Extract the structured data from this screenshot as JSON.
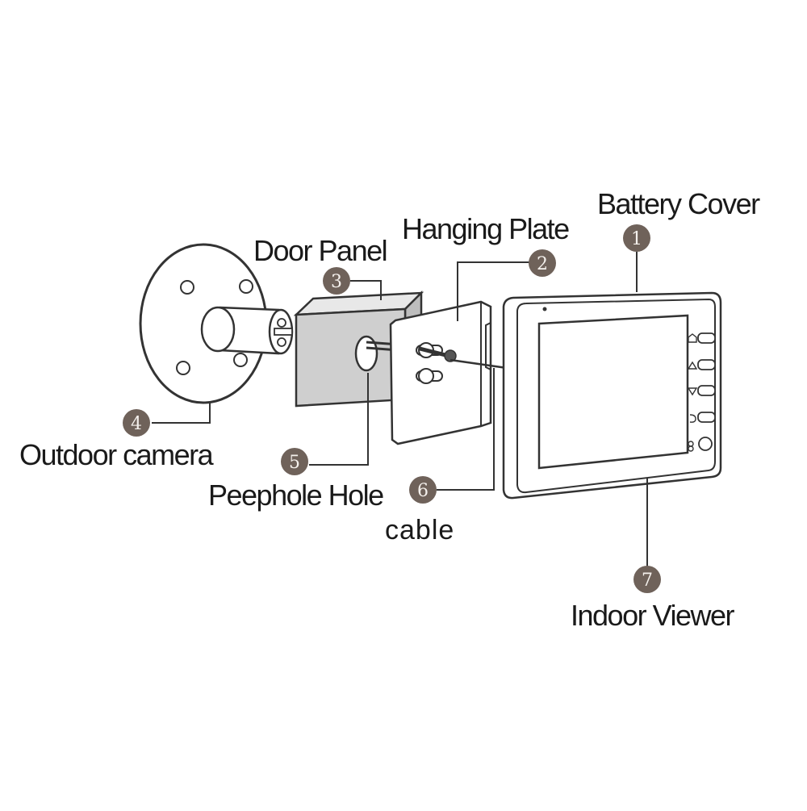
{
  "diagram": {
    "parts": [
      {
        "number": "1",
        "label": "Battery Cover"
      },
      {
        "number": "2",
        "label": "Hanging Plate"
      },
      {
        "number": "3",
        "label": "Door Panel"
      },
      {
        "number": "4",
        "label": "Outdoor camera"
      },
      {
        "number": "5",
        "label": "Peephole Hole"
      },
      {
        "number": "6",
        "label": "cable"
      },
      {
        "number": "7",
        "label": "Indoor Viewer"
      }
    ],
    "colors": {
      "line": "#333333",
      "marker_fill": "#6f625a",
      "marker_text": "#f4f0ec",
      "panel_fill": "#cfcfcf"
    }
  }
}
